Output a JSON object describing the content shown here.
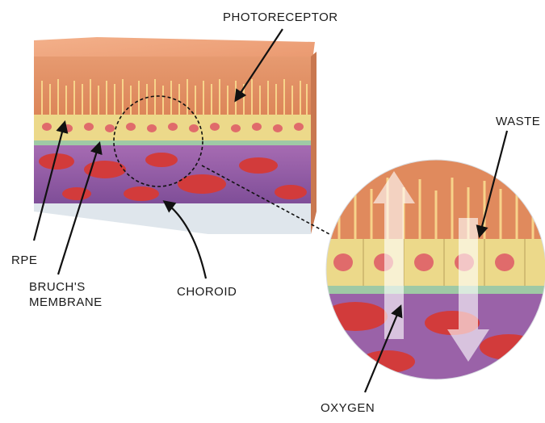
{
  "labels": {
    "photoreceptor": "PHOTORECEPTOR",
    "waste": "WASTE",
    "rpe": "RPE",
    "bruchs_line1": "BRUCH'S",
    "bruchs_line2": "MEMBRANE",
    "choroid": "CHOROID",
    "oxygen": "OXYGEN"
  },
  "colors": {
    "photoreceptor_layer": "#e8946a",
    "photoreceptor_top": "#f0a67e",
    "rpe_layer": "#ecd98a",
    "rpe_nucleus": "#e06b6b",
    "bruchs_membrane": "#9fc9a5",
    "choroid_base": "#9a62a8",
    "vessel_red": "#d23b3b",
    "base_strip": "#dfe6ec",
    "arrow_white": "#ffffff"
  }
}
